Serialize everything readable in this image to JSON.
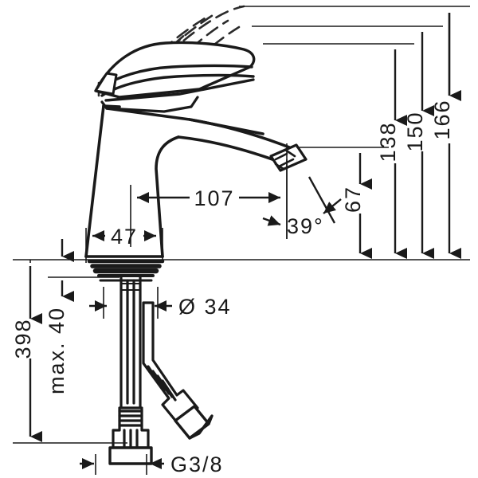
{
  "drawing": {
    "type": "technical-dimension-drawing",
    "subject": "single-lever basin mixer faucet, side elevation",
    "units": "mm",
    "background_color": "#ffffff",
    "line_color": "#1a1a1a"
  },
  "dimensions": {
    "height_166": "166",
    "height_150": "150",
    "height_138": "138",
    "height_67": "67",
    "spout_reach_107": "107",
    "body_width_47": "47",
    "aerator_angle_39": "39°",
    "total_depth_398": "398",
    "max_thickness_40": "max. 40",
    "shank_diameter_34": "Ø 34",
    "thread_g38": "G3/8"
  },
  "labels": [
    {
      "id": "dim-166",
      "text": "166",
      "orientation": "vertical"
    },
    {
      "id": "dim-150",
      "text": "150",
      "orientation": "vertical"
    },
    {
      "id": "dim-138",
      "text": "138",
      "orientation": "vertical"
    },
    {
      "id": "dim-67",
      "text": "67",
      "orientation": "vertical"
    },
    {
      "id": "dim-107",
      "text": "107",
      "orientation": "horizontal"
    },
    {
      "id": "dim-47",
      "text": "47",
      "orientation": "horizontal"
    },
    {
      "id": "dim-39deg",
      "text": "39°",
      "orientation": "horizontal"
    },
    {
      "id": "dim-398",
      "text": "398",
      "orientation": "vertical"
    },
    {
      "id": "dim-max40",
      "text": "max. 40",
      "orientation": "vertical"
    },
    {
      "id": "dim-d34",
      "text": "Ø 34",
      "orientation": "horizontal"
    },
    {
      "id": "dim-g38",
      "text": "G3/8",
      "orientation": "horizontal"
    }
  ]
}
